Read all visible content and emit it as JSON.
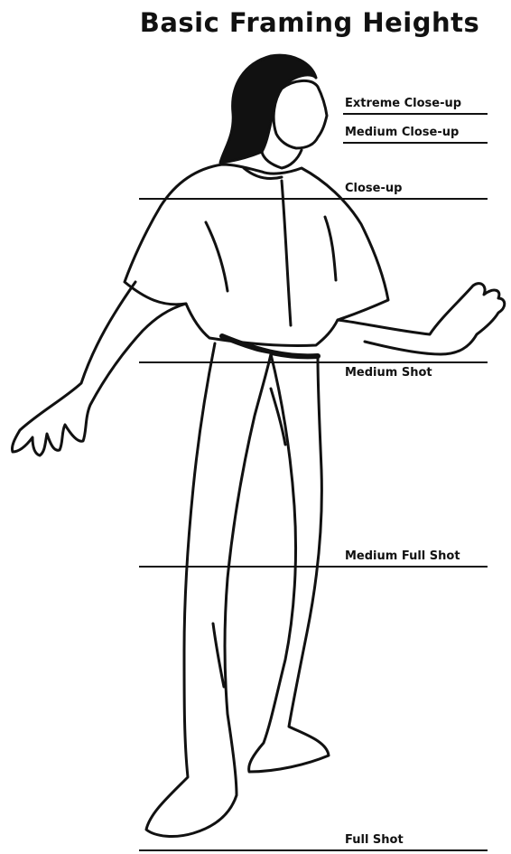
{
  "title": "Basic Framing Heights",
  "framing_levels": [
    {
      "label": "Extreme Close-up"
    },
    {
      "label": "Medium Close-up"
    },
    {
      "label": "Close-up"
    },
    {
      "label": "Medium Shot"
    },
    {
      "label": "Medium Full Shot"
    },
    {
      "label": "Full Shot"
    }
  ],
  "colors": {
    "ink": "#111111",
    "paper": "#ffffff"
  }
}
